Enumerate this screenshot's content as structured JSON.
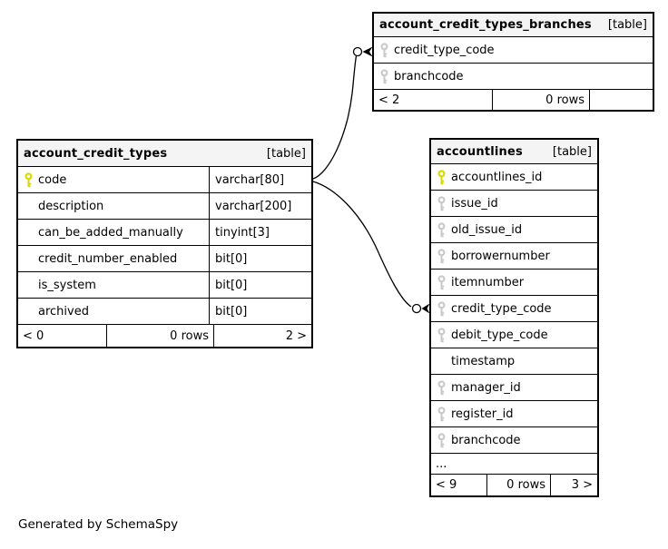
{
  "note": "Generated by SchemaSpy",
  "colors": {
    "header_bg": "#f4f4f4",
    "pk_key": "#d8d800",
    "fk_key": "#c9c9c9",
    "border": "#000000",
    "background": "#ffffff",
    "edge": "#000000"
  },
  "tables": {
    "branches": {
      "title": "account_credit_types_branches",
      "tag": "[table]",
      "columns": [
        {
          "name": "credit_type_code",
          "key": "fk"
        },
        {
          "name": "branchcode",
          "key": "fk"
        }
      ],
      "footer": {
        "left": "< 2",
        "mid": "0 rows",
        "right": ""
      }
    },
    "credit_types": {
      "title": "account_credit_types",
      "tag": "[table]",
      "columns": [
        {
          "name": "code",
          "type": "varchar[80]",
          "key": "pk"
        },
        {
          "name": "description",
          "type": "varchar[200]"
        },
        {
          "name": "can_be_added_manually",
          "type": "tinyint[3]"
        },
        {
          "name": "credit_number_enabled",
          "type": "bit[0]"
        },
        {
          "name": "is_system",
          "type": "bit[0]"
        },
        {
          "name": "archived",
          "type": "bit[0]"
        }
      ],
      "footer": {
        "left": "< 0",
        "mid": "0 rows",
        "right": "2 >"
      }
    },
    "accountlines": {
      "title": "accountlines",
      "tag": "[table]",
      "columns": [
        {
          "name": "accountlines_id",
          "key": "pk"
        },
        {
          "name": "issue_id",
          "key": "fk"
        },
        {
          "name": "old_issue_id",
          "key": "fk"
        },
        {
          "name": "borrowernumber",
          "key": "fk"
        },
        {
          "name": "itemnumber",
          "key": "fk"
        },
        {
          "name": "credit_type_code",
          "key": "fk"
        },
        {
          "name": "debit_type_code",
          "key": "fk"
        },
        {
          "name": "timestamp"
        },
        {
          "name": "manager_id",
          "key": "fk"
        },
        {
          "name": "register_id",
          "key": "fk"
        },
        {
          "name": "branchcode",
          "key": "fk"
        },
        {
          "name": "...",
          "ellipsis": true
        }
      ],
      "footer": {
        "left": "< 9",
        "mid": "0 rows",
        "right": "3 >"
      }
    }
  },
  "relationships": [
    {
      "from": "account_credit_types.code",
      "to": "account_credit_types_branches.credit_type_code"
    },
    {
      "from": "account_credit_types.code",
      "to": "accountlines.credit_type_code"
    }
  ]
}
